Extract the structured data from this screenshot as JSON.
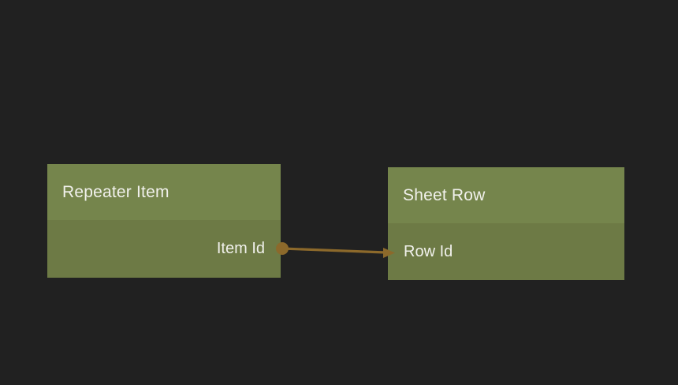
{
  "colors": {
    "background": "#212121",
    "node_header": "#75854c",
    "node_body": "#6d7a45",
    "node_text": "#f1f1ec",
    "connector": "#8c692b"
  },
  "nodes": [
    {
      "title": "Repeater Item",
      "fields": [
        {
          "label": "Item Id",
          "port": "output"
        }
      ]
    },
    {
      "title": "Sheet Row",
      "fields": [
        {
          "label": "Row Id",
          "port": "input"
        }
      ]
    }
  ],
  "connections": [
    {
      "from_node": "Repeater Item",
      "from_field": "Item Id",
      "to_node": "Sheet Row",
      "to_field": "Row Id"
    }
  ]
}
